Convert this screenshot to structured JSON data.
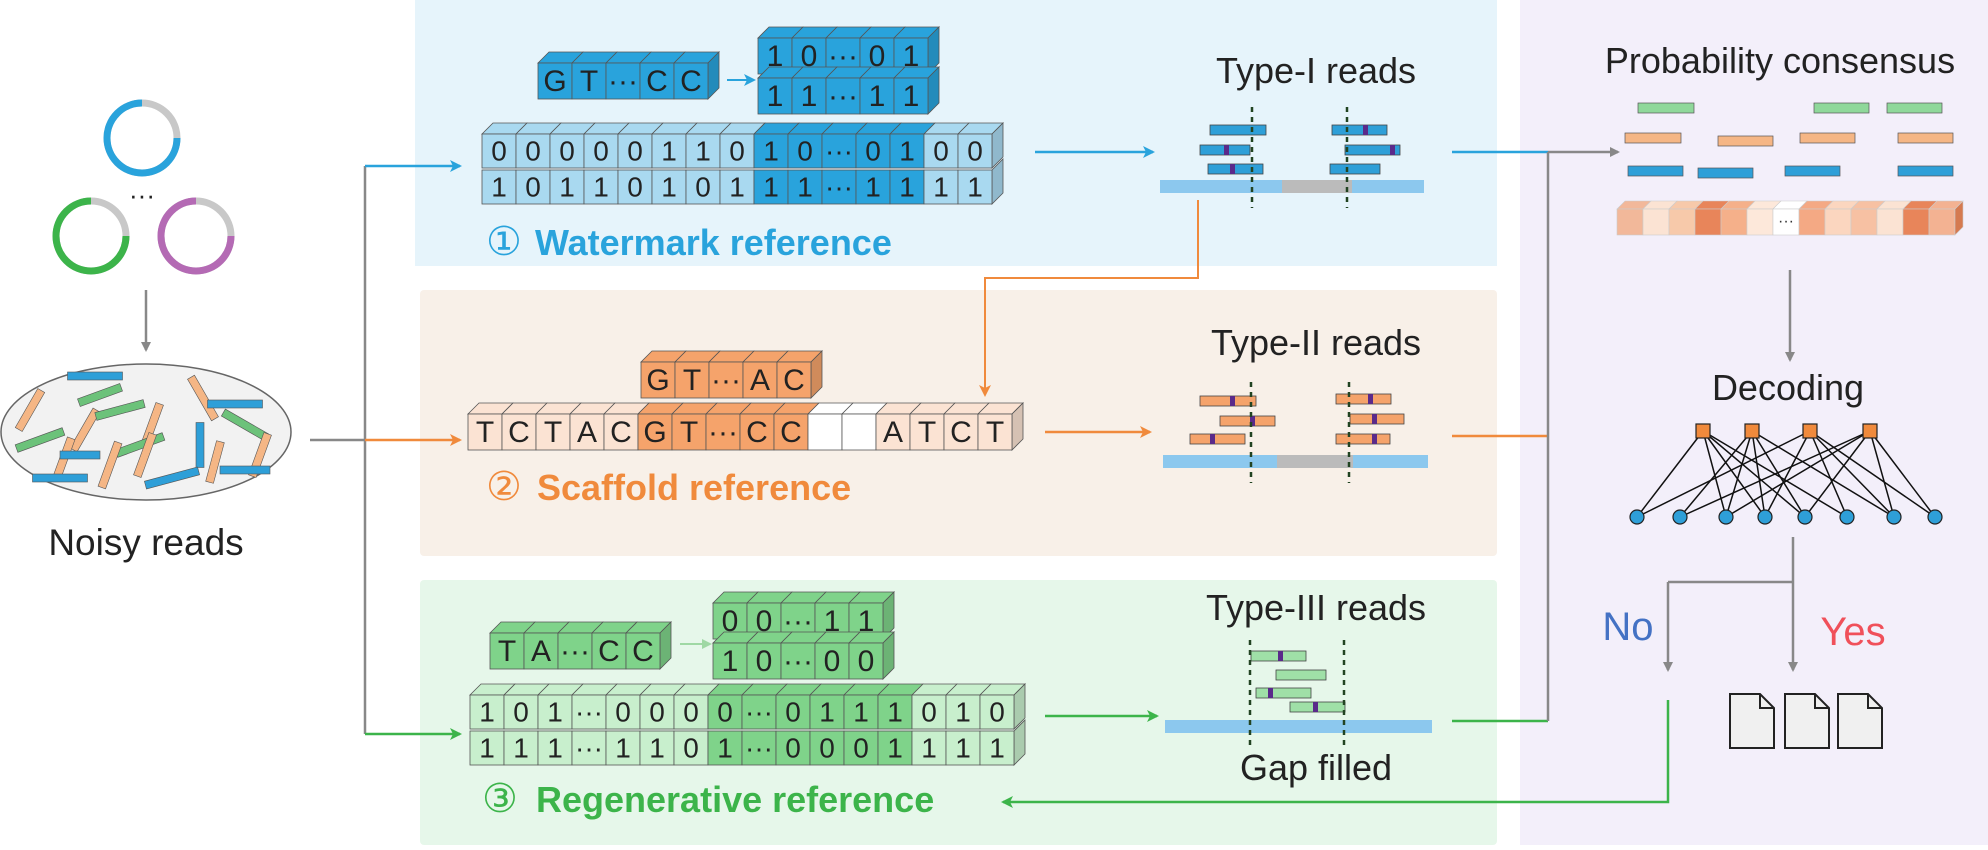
{
  "left": {
    "ellipsis": "···",
    "noisy_label": "Noisy reads"
  },
  "panel1": {
    "title_num": "①",
    "title": "Watermark reference",
    "seq_small": [
      "G",
      "T",
      "···",
      "C",
      "C"
    ],
    "code_top": [
      "1",
      "0",
      "···",
      "0",
      "1"
    ],
    "code_bot": [
      "1",
      "1",
      "···",
      "1",
      "1"
    ],
    "row1": [
      "0",
      "0",
      "0",
      "0",
      "0",
      "1",
      "1",
      "0",
      "1",
      "0",
      "···",
      "0",
      "1",
      "0",
      "0"
    ],
    "row2": [
      "1",
      "0",
      "1",
      "1",
      "0",
      "1",
      "0",
      "1",
      "1",
      "1",
      "···",
      "1",
      "1",
      "1",
      "1"
    ],
    "reads_label": "Type-I reads"
  },
  "panel2": {
    "title_num": "②",
    "title": "Scaffold reference",
    "seq_small": [
      "G",
      "T",
      "···",
      "A",
      "C"
    ],
    "row": [
      "T",
      "C",
      "T",
      "A",
      "C",
      "G",
      "T",
      "···",
      "C",
      "C",
      "",
      "",
      "A",
      "T",
      "C",
      "T"
    ],
    "reads_label": "Type-II reads"
  },
  "panel3": {
    "title_num": "③",
    "title": "Regenerative reference",
    "seq_small": [
      "T",
      "A",
      "···",
      "C",
      "C"
    ],
    "code_top": [
      "0",
      "0",
      "···",
      "1",
      "1"
    ],
    "code_bot": [
      "1",
      "0",
      "···",
      "0",
      "0"
    ],
    "row1": [
      "1",
      "0",
      "1",
      "···",
      "0",
      "0",
      "0",
      "0",
      "···",
      "0",
      "1",
      "1",
      "1",
      "0",
      "1",
      "0"
    ],
    "row2": [
      "1",
      "1",
      "1",
      "···",
      "1",
      "1",
      "0",
      "1",
      "···",
      "0",
      "0",
      "0",
      "1",
      "1",
      "1",
      "1"
    ],
    "reads_label": "Type-III reads",
    "gap_label": "Gap filled"
  },
  "right": {
    "consensus_label": "Probability consensus",
    "consensus_ellipsis": "···",
    "decoding_label": "Decoding",
    "no_label": "No",
    "yes_label": "Yes"
  },
  "colors": {
    "blue": "#29a3dc",
    "orange": "#f08a3c",
    "green": "#3cb44a",
    "panel1_bg": "#e6f4fb",
    "panel2_bg": "#f8f0e8",
    "panel3_bg": "#e6f7ea",
    "right_bg": "#f3effa",
    "no": "#4472c4",
    "yes": "#f0505a",
    "grey": "#888888"
  }
}
